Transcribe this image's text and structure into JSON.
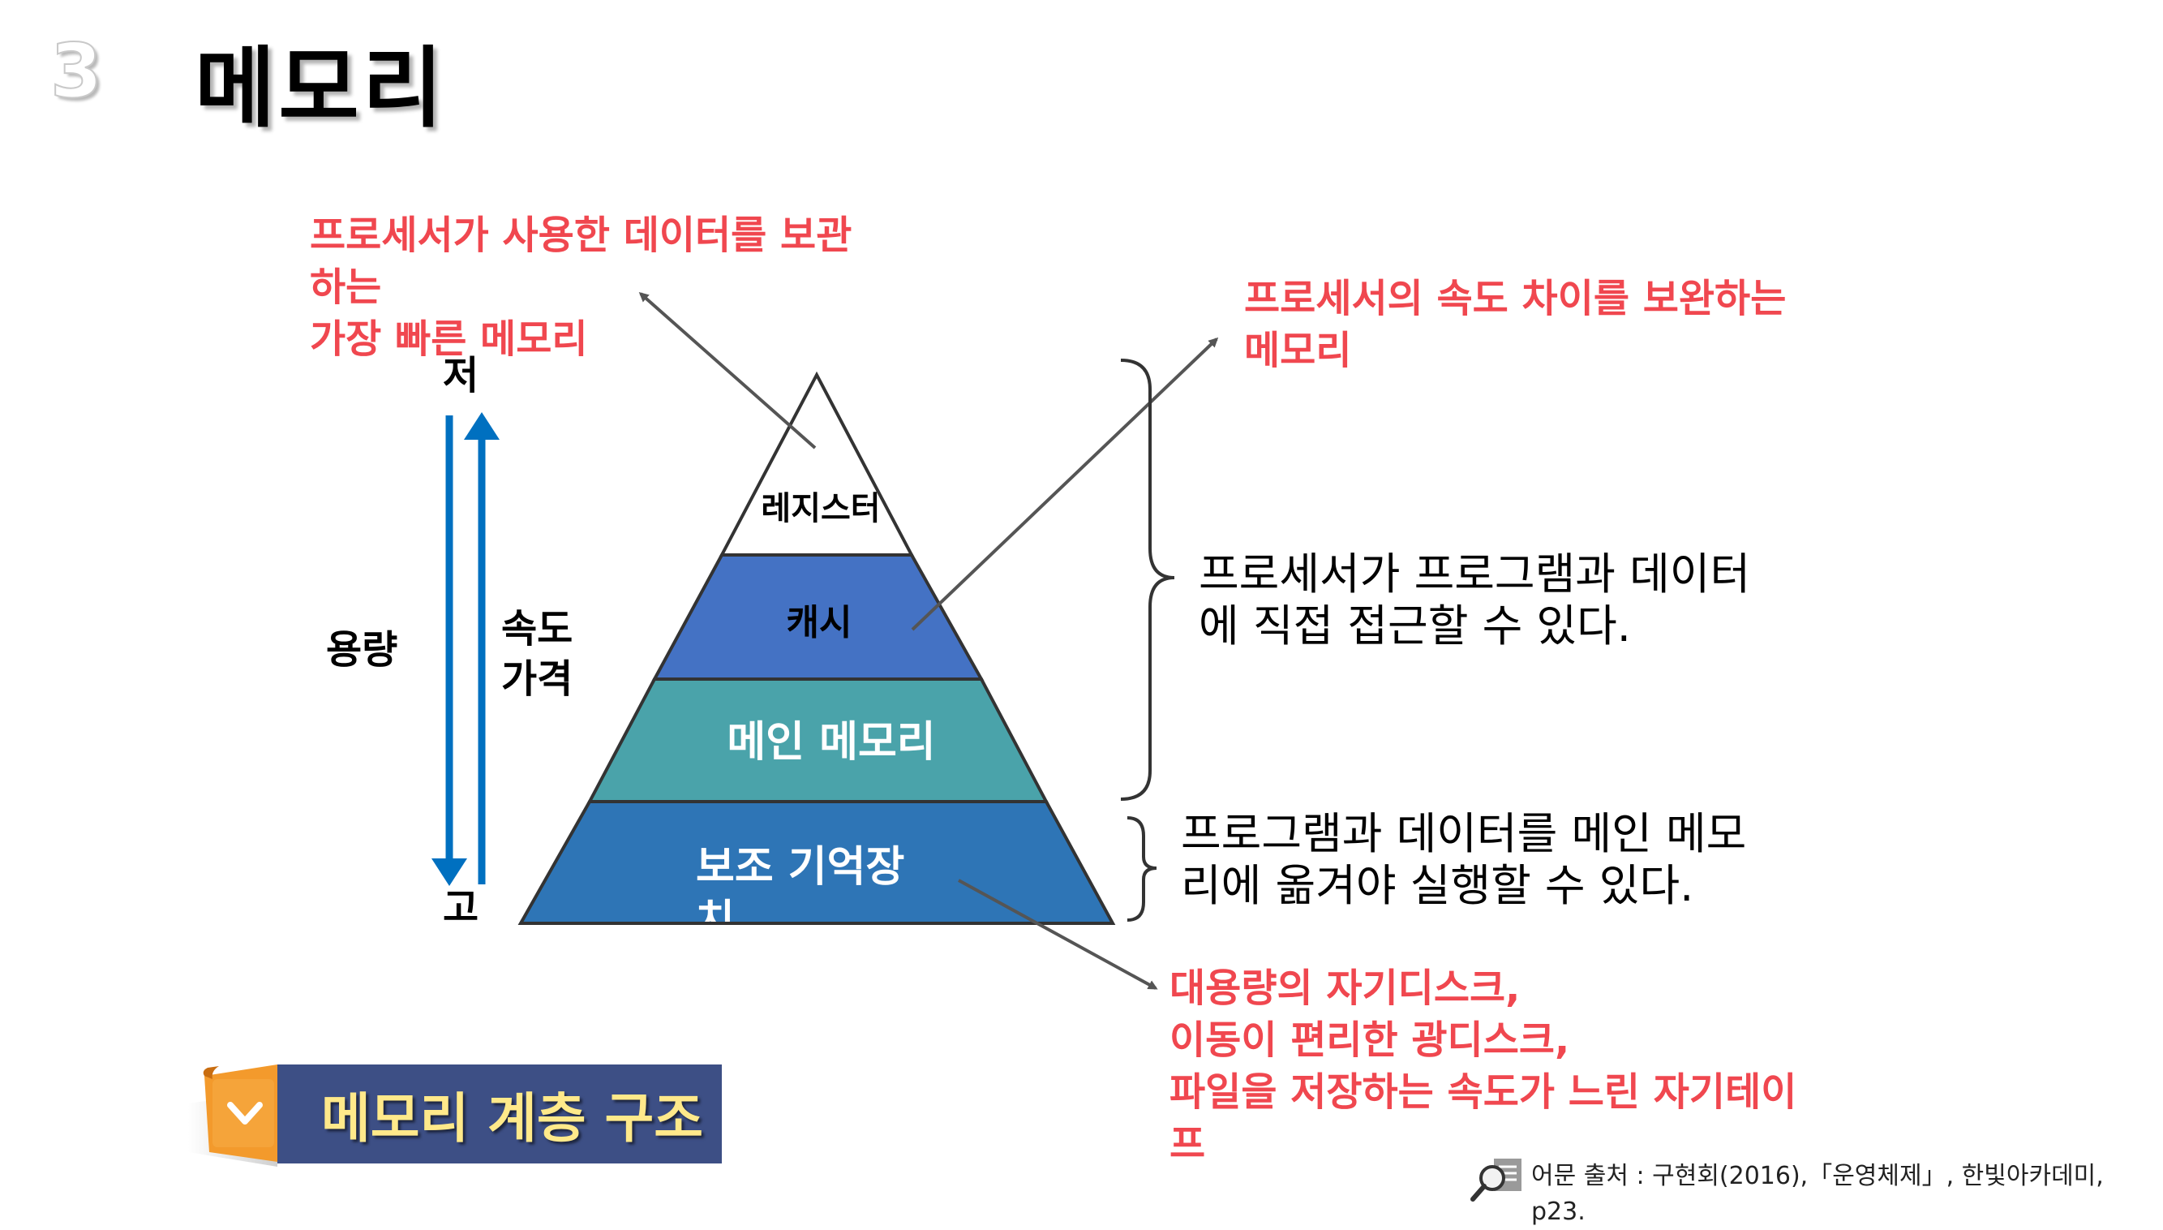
{
  "header": {
    "section_number": "3",
    "title": "메모리"
  },
  "pyramid": {
    "levels": [
      {
        "label": "레지스터",
        "color": "#ffffff"
      },
      {
        "label": "캐시",
        "color": "#4472c4"
      },
      {
        "label": "메인 메모리",
        "color": "#4aa3aa"
      },
      {
        "label": "보조 기억장치",
        "color": "#2e75b6"
      }
    ]
  },
  "axis": {
    "top_label": "저",
    "bottom_label": "고",
    "capacity_label": "용량",
    "speed_price_label": "속도\n가격",
    "arrow_color": "#0070c0"
  },
  "annotations": {
    "register_note": "프로세서가 사용한 데이터를 보관\n하는\n가장 빠른 메모리",
    "cache_note": "프로세서의 속도 차이를 보완하는\n메모리",
    "storage_note": "대용량의 자기디스크,\n이동이 편리한 광디스크,\n파일을 저장하는 속도가 느린 자기테이\n프",
    "direct_access_note": "프로세서가 프로그램과 데이터\n에 직접 접근할 수 있다.",
    "move_note": "프로그램과 데이터를 메인 메모\n리에 옮겨야 실행할 수 있다."
  },
  "banner": {
    "text": "메모리 계층 구조",
    "icon": "chevron-down-icon"
  },
  "source": {
    "icon": "magnifier-document-icon",
    "text": "어문 출처 : 구현회(2016),「운영체제」, 한빛아카데미,\np23."
  },
  "colors": {
    "accent_red": "#f0474f",
    "banner_bg": "#3d4f85",
    "banner_text": "#ffe98a"
  }
}
